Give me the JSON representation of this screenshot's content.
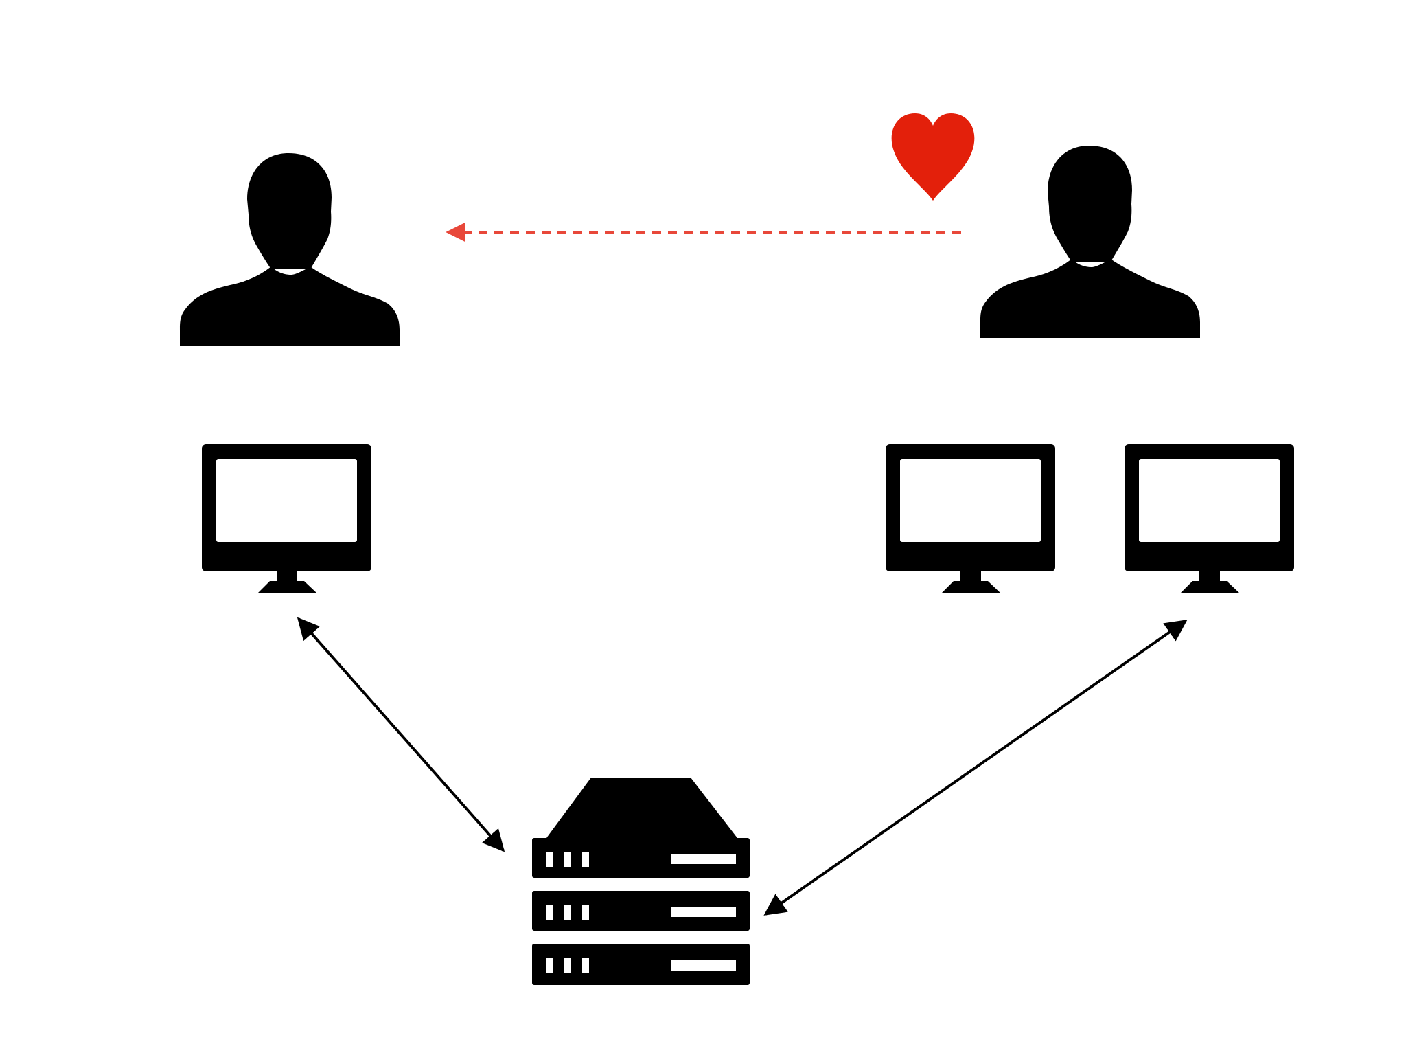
{
  "diagram": {
    "nodes": [
      {
        "id": "user-a",
        "kind": "person-icon"
      },
      {
        "id": "user-b",
        "kind": "person-icon"
      },
      {
        "id": "computer-a",
        "kind": "monitor-icon"
      },
      {
        "id": "computer-b1",
        "kind": "monitor-icon"
      },
      {
        "id": "computer-b2",
        "kind": "monitor-icon"
      },
      {
        "id": "server",
        "kind": "server-rack-icon"
      },
      {
        "id": "like",
        "kind": "heart-icon"
      }
    ],
    "edges": [
      {
        "from": "user-b",
        "to": "user-a",
        "style": "dashed",
        "direction": "one-way"
      },
      {
        "from": "computer-a",
        "to": "server",
        "style": "solid",
        "direction": "two-way"
      },
      {
        "from": "computer-b2",
        "to": "server",
        "style": "solid",
        "direction": "two-way"
      }
    ]
  },
  "colors": {
    "icon": "#000000",
    "heart": "#e3200b",
    "dashed_arrow": "#e8483a",
    "solid_arrow": "#000000",
    "background": "#ffffff"
  }
}
